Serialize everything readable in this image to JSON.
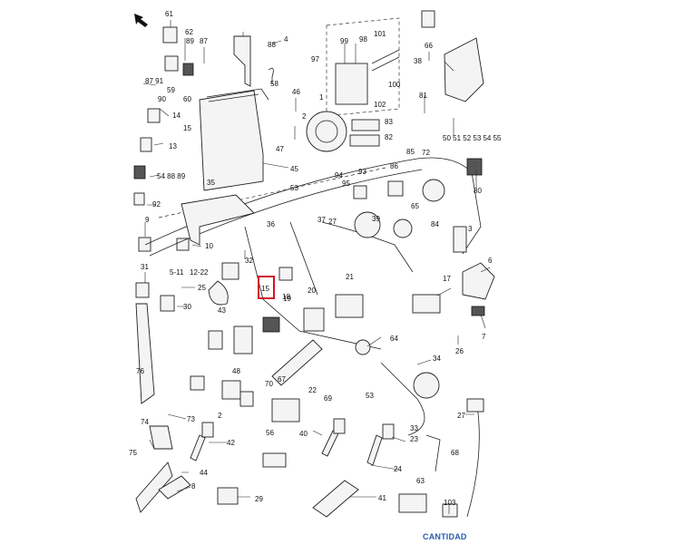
{
  "footer": {
    "label": "CANTIDAD",
    "color": "#2a5db0"
  },
  "highlight_color": "#d0142a",
  "highlighted_callout": "15",
  "callouts": [
    "61",
    "62",
    "87",
    "4",
    "88",
    "66",
    "101",
    "99",
    "98",
    "97",
    "100",
    "102",
    "38",
    "81",
    "87 91",
    "90",
    "89",
    "59",
    "60",
    "58",
    "46",
    "14",
    "13",
    "2",
    "15",
    "1",
    "83",
    "82",
    "50 51 52 53 54 55",
    "85",
    "47",
    "54 88 89",
    "45",
    "72",
    "94",
    "95",
    "86",
    "80",
    "92",
    "93",
    "53",
    "9",
    "36",
    "35",
    "19",
    "27",
    "39",
    "65",
    "84",
    "3",
    "10",
    "32",
    "5-11",
    "12-22",
    "31",
    "25",
    "30",
    "15",
    "18",
    "21",
    "20",
    "17",
    "6",
    "43",
    "26",
    "7",
    "48",
    "64",
    "34",
    "76",
    "70",
    "67",
    "22",
    "69",
    "33",
    "73",
    "74",
    "75",
    "2",
    "40",
    "42",
    "53",
    "68",
    "56",
    "23",
    "24",
    "44",
    "29",
    "41",
    "103",
    "8",
    "63",
    "27",
    "37"
  ]
}
